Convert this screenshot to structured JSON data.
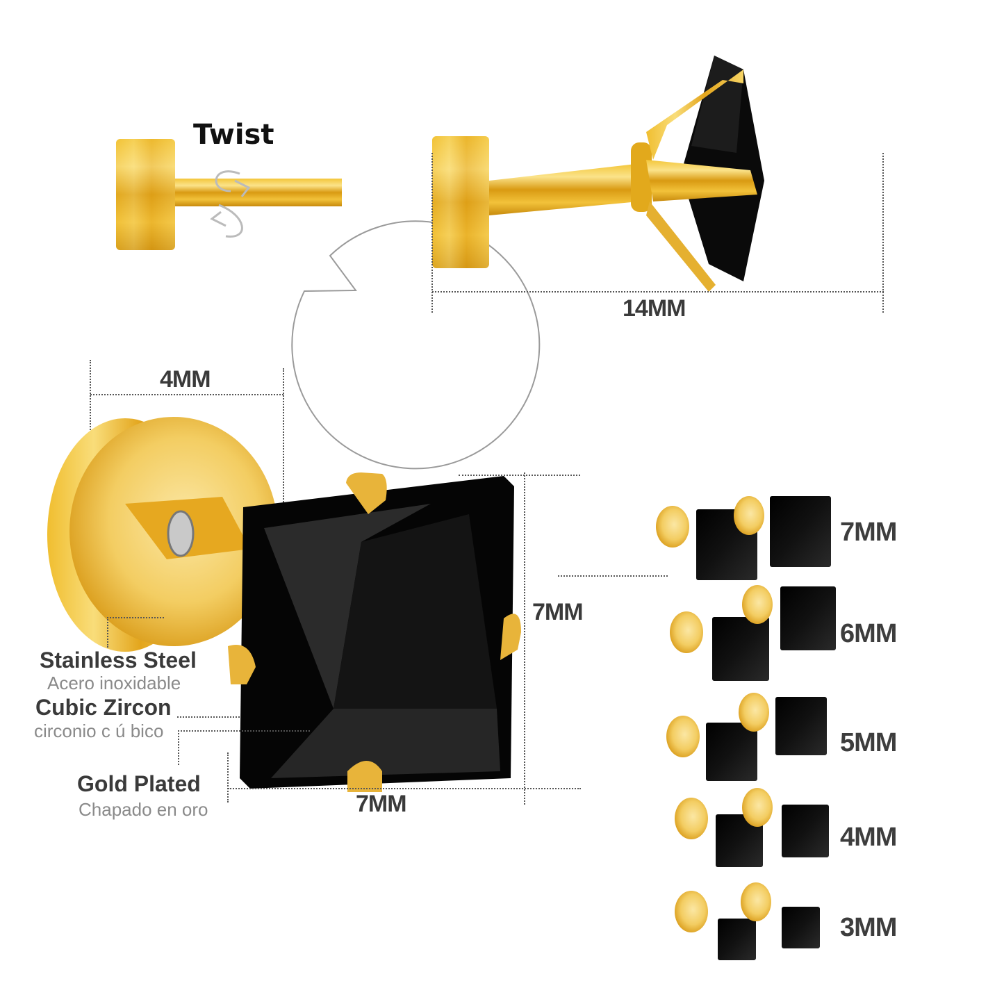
{
  "callout": {
    "label": "Twist",
    "icon": "rotate-arrows-icon"
  },
  "dimensions": {
    "total_length": "14MM",
    "back_diameter": "4MM",
    "stone_height": "7MM",
    "stone_width": "7MM"
  },
  "materials": [
    {
      "en": "Stainless Steel",
      "es": "Acero inoxidable"
    },
    {
      "en": "Cubic Zircon",
      "es": "circonio c ú bico"
    },
    {
      "en": "Gold Plated",
      "es": "Chapado en oro"
    }
  ],
  "sizes": [
    {
      "label": "7MM",
      "px": 84
    },
    {
      "label": "6MM",
      "px": 78
    },
    {
      "label": "5MM",
      "px": 74
    },
    {
      "label": "4MM",
      "px": 68
    },
    {
      "label": "3MM",
      "px": 52
    }
  ],
  "colors": {
    "gold": "#e2a91c",
    "gold_light": "#f6d56a",
    "gold_dark": "#b77a08",
    "stone": "#0b0b0b",
    "text_dark": "#3a3a3a",
    "text_light": "#8a8a8a"
  }
}
